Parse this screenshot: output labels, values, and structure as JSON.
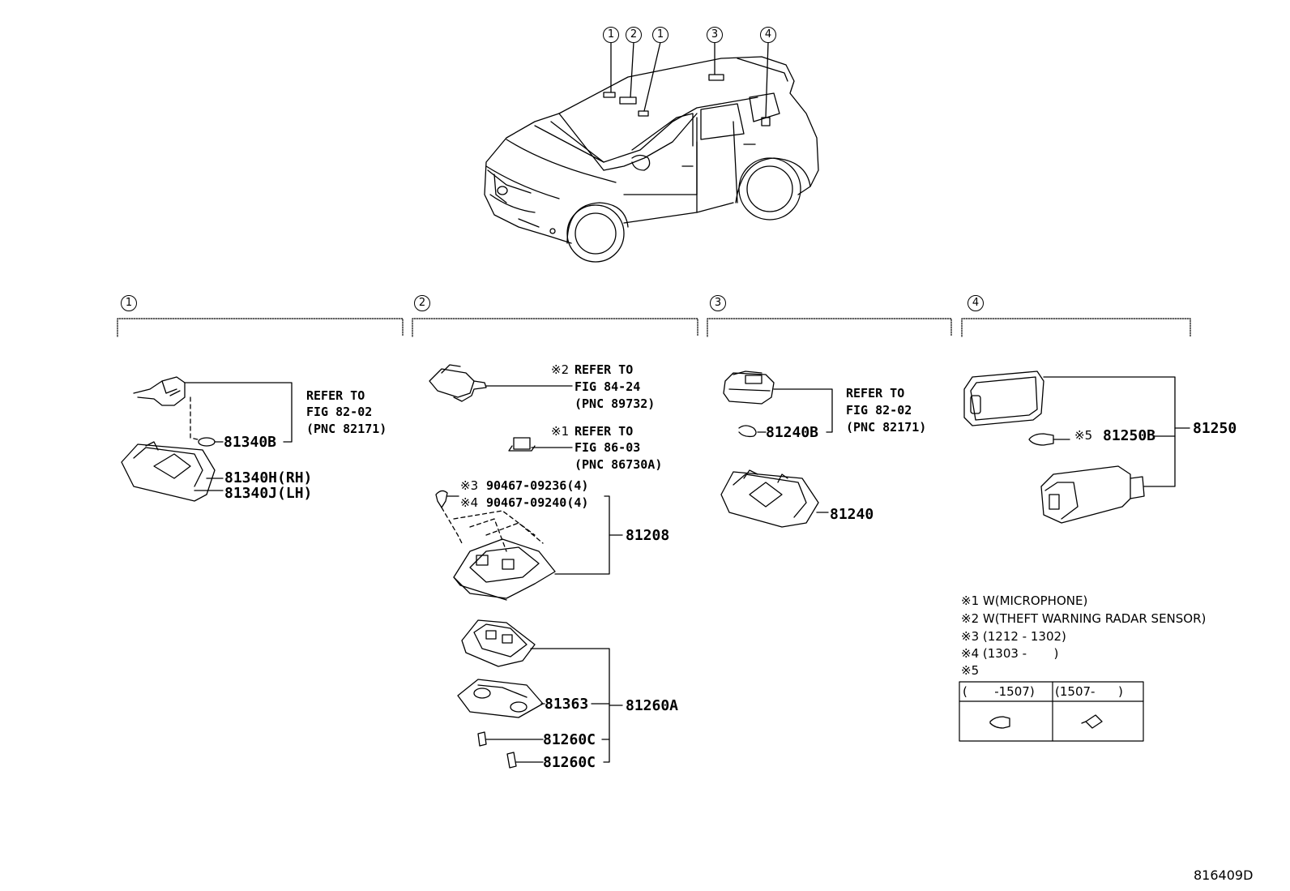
{
  "diagram_id": "816409D",
  "car_callouts": [
    "1",
    "2",
    "1",
    "3",
    "4"
  ],
  "sections": [
    {
      "num": "1"
    },
    {
      "num": "2"
    },
    {
      "num": "3"
    },
    {
      "num": "4"
    }
  ],
  "sec1": {
    "refer": [
      "REFER TO",
      "FIG 82-02",
      "(PNC 82171)"
    ],
    "bulb": "81340B",
    "lamp_rh": "81340H(RH)",
    "lamp_lh": "81340J(LH)"
  },
  "sec2": {
    "refer_a": {
      "mark": "※2",
      "lines": [
        "REFER TO",
        "FIG 84-24",
        "(PNC 89732)"
      ]
    },
    "refer_b": {
      "mark": "※1",
      "lines": [
        "REFER TO",
        "FIG 86-03",
        "(PNC 86730A)"
      ]
    },
    "clip_a": {
      "mark": "※3",
      "part": "90467-09236(4)"
    },
    "clip_b": {
      "mark": "※4",
      "part": "90467-09240(4)"
    },
    "assy": "81208",
    "lens": "81363",
    "lamp": "81260A",
    "bulb1": "81260C",
    "bulb2": "81260C"
  },
  "sec3": {
    "refer": [
      "REFER TO",
      "FIG 82-02",
      "(PNC 82171)"
    ],
    "bulb": "81240B",
    "lamp": "81240"
  },
  "sec4": {
    "bulb_mark": "※5",
    "bulb": "81250B",
    "lamp": "81250"
  },
  "notes": [
    "※1 W(MICROPHONE)",
    "※2 W(THEFT WARNING RADAR SENSOR)",
    "※3 (1212 - 1302)",
    "※4 (1303 -       )",
    "※5"
  ],
  "bulb_table": {
    "col1": "(       -1507)",
    "col2": "(1507-      )"
  }
}
